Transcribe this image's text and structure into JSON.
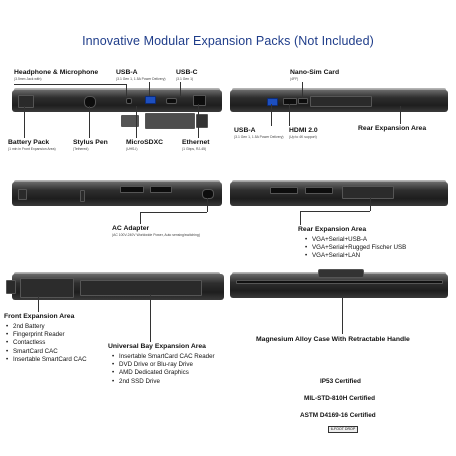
{
  "title": "Innovative Modular Expansion Packs (Not Included)",
  "top_left": {
    "headphone": {
      "label": "Headphone & Microphone",
      "sub": "(3.5mm Jack with)"
    },
    "usba": {
      "label": "USB-A",
      "sub": "(3.1 Gen 1, 1.5A Power Delivery)"
    },
    "usbc": {
      "label": "USB-C",
      "sub": "(3.1 Gen 1)"
    },
    "battery": {
      "label": "Battery Pack",
      "sub": "(1 min in Front Expansion Area)"
    },
    "stylus": {
      "label": "Stylus Pen",
      "sub": "(Tethered)"
    },
    "microsd": {
      "label": "MicroSDXC",
      "sub": "(UHS-I)"
    },
    "ethernet": {
      "label": "Ethernet",
      "sub": "(1 Gbps, RJ-45)"
    }
  },
  "top_right": {
    "nanosim": {
      "label": "Nano-Sim Card",
      "sub": "(4FF)"
    },
    "usba": {
      "label": "USB-A",
      "sub": "(3.1 Gen 1, 1.5A Power Delivery)"
    },
    "hdmi": {
      "label": "HDMI 2.0",
      "sub": "(Up to 4K support)"
    },
    "rear": {
      "label": "Rear Expansion Area"
    }
  },
  "middle": {
    "ac_adapter": {
      "label": "AC Adapter",
      "sub": "(AC 100V-240V Worldwide Power, Auto sensing/switching)"
    },
    "rear_expansion": {
      "label": "Rear Expansion Area",
      "items": [
        "VGA+Serial+USB-A",
        "VGA+Serial+Rugged Fischer USB",
        "VGA+Serial+LAN"
      ]
    }
  },
  "bottom": {
    "front_expansion": {
      "label": "Front Expansion Area",
      "items": [
        "2nd Battery",
        "Fingerprint Reader",
        "Contactless",
        "SmartCard CAC",
        "Insertable SmartCard CAC"
      ]
    },
    "universal_bay": {
      "label": "Universal Bay Expansion Area",
      "items": [
        "Insertable SmartCard CAC Reader",
        "DVD Drive or Blu-ray Drive",
        "AMD Dedicated Graphics",
        "2nd SSD Drive"
      ]
    },
    "magnesium": {
      "label": "Magnesium Alloy Case With Retractable Handle"
    },
    "certs": [
      "IP53 Certified",
      "MIL-STD-810H Certified",
      "ASTM D4169-16 Certified"
    ],
    "badge": "6-FOOT DROP"
  },
  "colors": {
    "title": "#1f3d8a",
    "usb_port": "#1d4fbf"
  }
}
